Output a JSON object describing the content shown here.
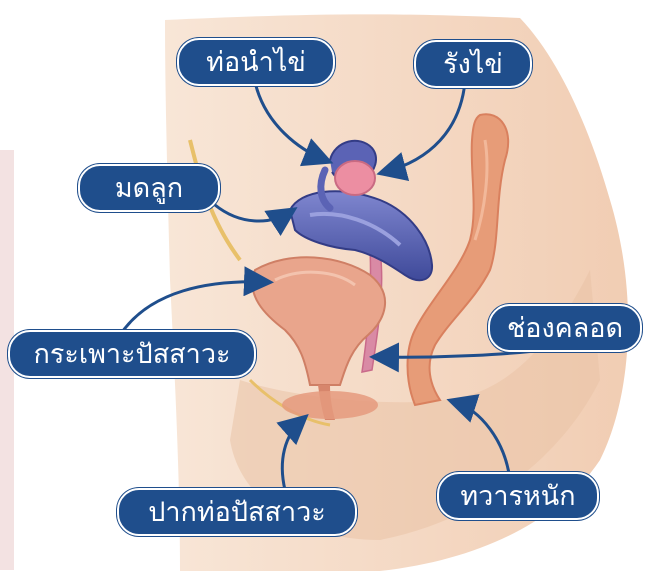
{
  "labels": {
    "fallopian_tube": "ท่อนำไข่",
    "ovary": "รังไข่",
    "uterus": "มดลูก",
    "bladder": "กระเพาะปัสสาวะ",
    "vagina": "ช่องคลอด",
    "urethra": "ปากท่อปัสสาวะ",
    "anus": "ทวารหนัก"
  },
  "colors": {
    "label_fill": "#1f4e8c",
    "label_text": "#ffffff",
    "arrow": "#1f4e8c",
    "skin": "#f5d9c4",
    "uterus": "#5b63b5",
    "ovary": "#e9879c",
    "bladder": "#e6a08a",
    "rectum": "#e8a07a"
  }
}
